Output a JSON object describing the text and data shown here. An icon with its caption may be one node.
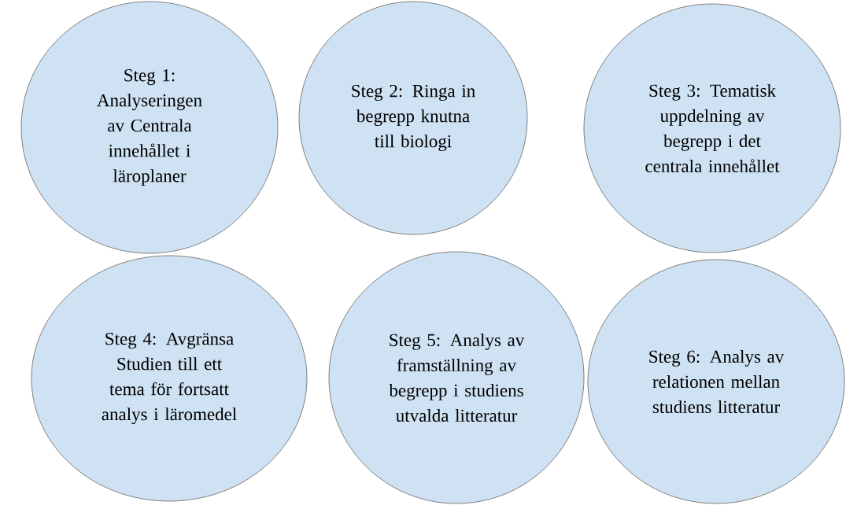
{
  "diagram": {
    "nodes": [
      {
        "text": [
          "Steg 1: Analyseringen av Centrala innehållet i läroplaner"
        ]
      },
      {
        "text": [
          "Steg 2: Ringa in begrepp knutna till biologi"
        ]
      },
      {
        "text": [
          "Steg 3: Tematisk uppdelning av begrepp i det centrala innehållet"
        ]
      },
      {
        "text": [
          "Steg 4: Avgränsa Studien till ett tema för fortsatt analys i läromedel"
        ]
      },
      {
        "text": [
          "Steg 5: Analys av framställning av begrepp i studiens utvalda litteratur"
        ]
      },
      {
        "text": [
          "Steg 6: Analys av relationen mellan studiens litteratur"
        ]
      }
    ]
  }
}
